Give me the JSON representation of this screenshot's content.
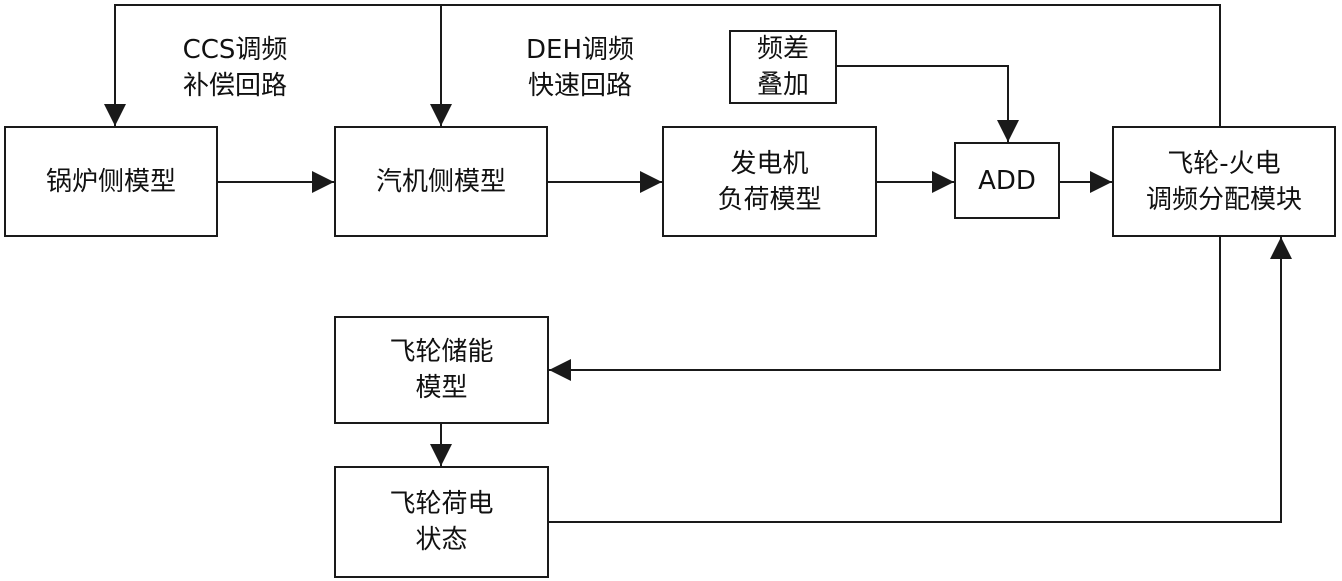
{
  "blocks": {
    "boiler": {
      "lines": [
        "锅炉侧模型"
      ]
    },
    "turbine": {
      "lines": [
        "汽机侧模型"
      ]
    },
    "generator": {
      "lines": [
        "发电机",
        "负荷模型"
      ]
    },
    "add": {
      "lines": [
        "ADD"
      ]
    },
    "allocation": {
      "lines": [
        "飞轮-火电",
        "调频分配模块"
      ]
    },
    "freq_offset": {
      "lines": [
        "频差",
        "叠加"
      ]
    },
    "flywheel_storage": {
      "lines": [
        "飞轮储能",
        "模型"
      ]
    },
    "flywheel_soc": {
      "lines": [
        "飞轮荷电",
        "状态"
      ]
    }
  },
  "labels": {
    "ccs": {
      "lines": [
        "CCS调频",
        "补偿回路"
      ]
    },
    "deh": {
      "lines": [
        "DEH调频",
        "快速回路"
      ]
    }
  },
  "colors": {
    "stroke": "#1a1a1a",
    "background": "#ffffff"
  }
}
